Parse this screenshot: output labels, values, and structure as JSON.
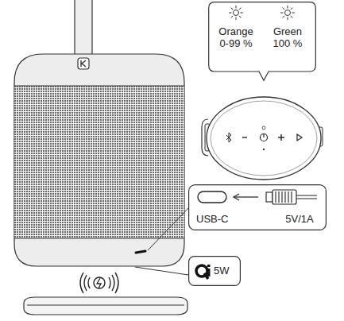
{
  "diagram": {
    "nodes": [
      {
        "text": [
          "Orange 0-99 %",
          "Green 100 %"
        ]
      },
      {
        "text": [
          "USB-C",
          "5V/1A"
        ]
      },
      {
        "text": [
          "5W"
        ]
      }
    ]
  }
}
